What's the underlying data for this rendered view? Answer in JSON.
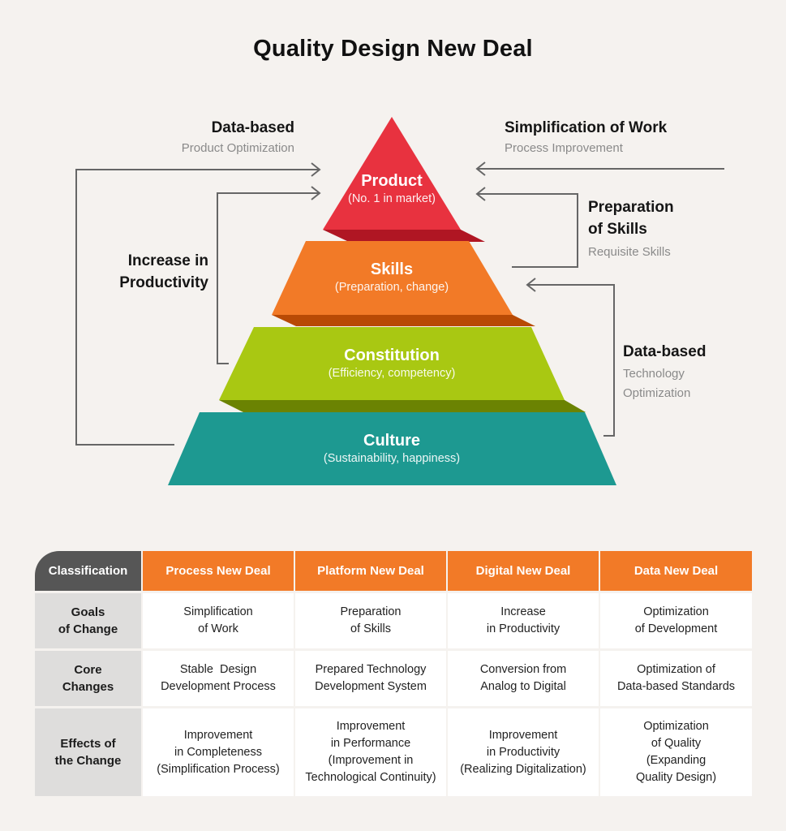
{
  "title": "Quality Design New Deal",
  "colors": {
    "background": "#f5f2ef",
    "product": "#e8323f",
    "product_shadow": "#b01623",
    "skills": "#f27a27",
    "skills_shadow": "#b84a05",
    "constitution": "#a9c812",
    "constitution_shadow": "#6b8302",
    "culture": "#1d9991",
    "header_orange": "#f27a27",
    "header_gray": "#565656",
    "rowhead_gray": "#dedddc",
    "arrow": "#666666"
  },
  "pyramid": {
    "tiers": [
      {
        "name": "Product",
        "sub": "(No. 1 in market)"
      },
      {
        "name": "Skills",
        "sub": "(Preparation, change)"
      },
      {
        "name": "Constitution",
        "sub": "(Efficiency, competency)"
      },
      {
        "name": "Culture",
        "sub": "(Sustainability, happiness)"
      }
    ]
  },
  "annotations": {
    "data_product": {
      "head": "Data-based",
      "sub": "Product Optimization"
    },
    "simplification": {
      "head": "Simplification of Work",
      "sub": "Process Improvement"
    },
    "preparation": {
      "head_line1": "Preparation",
      "head_line2": "of Skills",
      "sub": "Requisite Skills"
    },
    "productivity": {
      "head_line1": "Increase in",
      "head_line2": "Productivity"
    },
    "data_technology": {
      "head": "Data-based",
      "sub_line1": "Technology",
      "sub_line2": "Optimization"
    }
  },
  "table": {
    "headers": [
      "Classification",
      "Process New Deal",
      "Platform New Deal",
      "Digital New Deal",
      "Data New Deal"
    ],
    "rows": [
      {
        "label": [
          "Goals",
          "of Change"
        ],
        "cells": [
          [
            "Simplification",
            "of Work"
          ],
          [
            "Preparation",
            "of Skills"
          ],
          [
            "Increase",
            "in Productivity"
          ],
          [
            "Optimization",
            "of Development"
          ]
        ]
      },
      {
        "label": [
          "Core",
          "Changes"
        ],
        "cells": [
          [
            "Stable  Design",
            "Development Process"
          ],
          [
            "Prepared Technology",
            "Development System"
          ],
          [
            "Conversion from",
            "Analog to Digital"
          ],
          [
            "Optimization of",
            "Data-based Standards"
          ]
        ]
      },
      {
        "label": [
          "Effects of",
          "the Change"
        ],
        "cells": [
          [
            "Improvement",
            "in Completeness",
            "(Simplification Process)"
          ],
          [
            "Improvement",
            "in Performance",
            "(Improvement in",
            "Technological Continuity)"
          ],
          [
            "Improvement",
            "in Productivity",
            "(Realizing Digitalization)"
          ],
          [
            "Optimization",
            "of Quality",
            "(Expanding",
            "Quality Design)"
          ]
        ]
      }
    ]
  }
}
